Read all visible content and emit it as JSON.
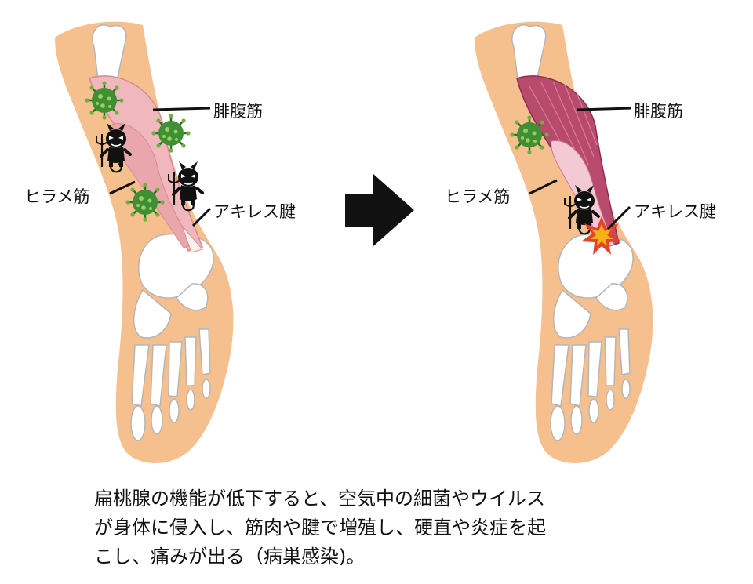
{
  "left_panel": {
    "labels": {
      "gastrocnemius": "腓腹筋",
      "soleus": "ヒラメ筋",
      "achilles": "アキレス腱"
    }
  },
  "right_panel": {
    "labels": {
      "gastrocnemius": "腓腹筋",
      "soleus": "ヒラメ筋",
      "achilles": "アキレス腱"
    }
  },
  "caption": {
    "lines": [
      "扁桃腺の機能が低下すると、空気中の細菌やウイルス",
      "が身体に侵入し、筋肉や腱で増殖し、硬直や炎症を起",
      "こし、痛みが出る（病巣感染)。"
    ]
  },
  "colors": {
    "skin": "#f5c08e",
    "bone": "#ffffff",
    "bone_outline": "#b5b5b5",
    "muscle_healthy": "#f0b8bc",
    "muscle_inflamed": "#b84a6e",
    "virus": "#3f8f35",
    "arrow": "#111111",
    "burst": "#f3b11c"
  },
  "icons": [
    "virus-icon",
    "devil-icon",
    "arrow-right-icon",
    "burst-icon"
  ]
}
